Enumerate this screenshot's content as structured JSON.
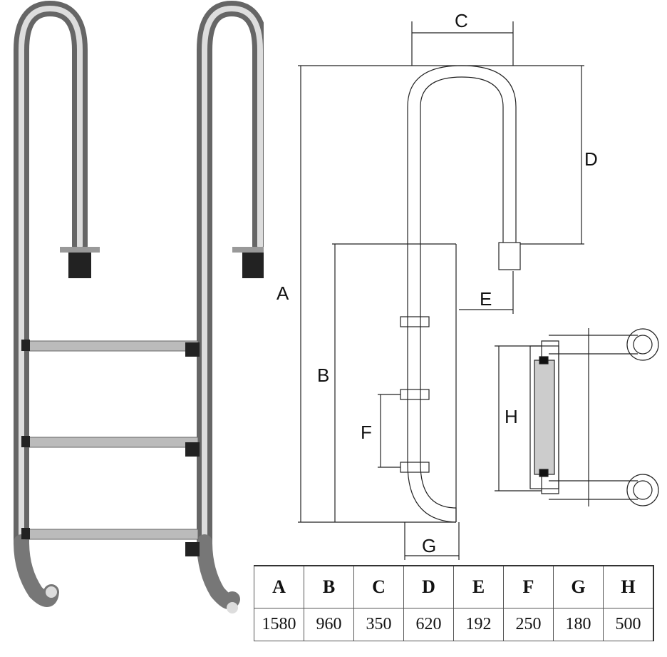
{
  "dimension_labels": {
    "A": "A",
    "B": "B",
    "C": "C",
    "D": "D",
    "E": "E",
    "F": "F",
    "G": "G",
    "H": "H"
  },
  "table": {
    "headers": [
      "A",
      "B",
      "C",
      "D",
      "E",
      "F",
      "G",
      "H"
    ],
    "values": [
      "1580",
      "960",
      "350",
      "620",
      "192",
      "250",
      "180",
      "500"
    ]
  }
}
